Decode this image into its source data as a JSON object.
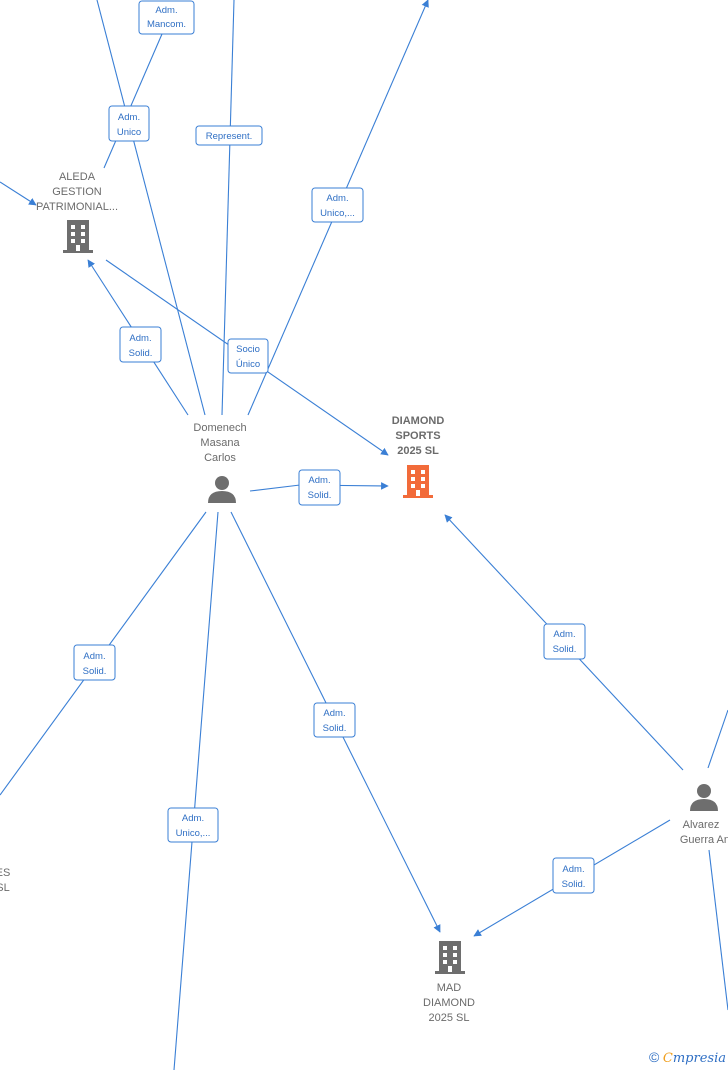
{
  "nodes": {
    "aleda": {
      "label": [
        "ALEDA",
        "GESTION",
        "PATRIMONIAL..."
      ],
      "type": "company"
    },
    "diamond": {
      "label": [
        "DIAMOND",
        "SPORTS",
        "2025  SL"
      ],
      "type": "company-main"
    },
    "mad": {
      "label": [
        "MAD",
        "DIAMOND",
        "2025  SL"
      ],
      "type": "company"
    },
    "domenech": {
      "label": [
        "Domenech",
        "Masana",
        "Carlos"
      ],
      "type": "person"
    },
    "alvarez": {
      "label": [
        "Alvarez",
        "Guerra Ana"
      ],
      "type": "person"
    },
    "cut_company": {
      "label": [
        "ES",
        "SL"
      ],
      "type": "company-partial"
    }
  },
  "relations": [
    {
      "id": "rel-adm-mancom",
      "lines": [
        "Adm.",
        "Mancom."
      ]
    },
    {
      "id": "rel-adm-unico-1",
      "lines": [
        "Adm.",
        "Unico"
      ]
    },
    {
      "id": "rel-represent",
      "lines": [
        "Represent."
      ]
    },
    {
      "id": "rel-adm-unico-2",
      "lines": [
        "Adm.",
        "Unico,..."
      ]
    },
    {
      "id": "rel-adm-solid-aleda",
      "lines": [
        "Adm.",
        "Solid."
      ]
    },
    {
      "id": "rel-socio-unico",
      "lines": [
        "Socio",
        "Único"
      ]
    },
    {
      "id": "rel-adm-solid-diamond",
      "lines": [
        "Adm.",
        "Solid."
      ]
    },
    {
      "id": "rel-adm-solid-alvarez-diamond",
      "lines": [
        "Adm.",
        "Solid."
      ]
    },
    {
      "id": "rel-adm-solid-left",
      "lines": [
        "Adm.",
        "Solid."
      ]
    },
    {
      "id": "rel-adm-solid-mad",
      "lines": [
        "Adm.",
        "Solid."
      ]
    },
    {
      "id": "rel-adm-unico-3",
      "lines": [
        "Adm.",
        "Unico,..."
      ]
    },
    {
      "id": "rel-adm-solid-alvarez-mad",
      "lines": [
        "Adm.",
        "Solid."
      ]
    }
  ],
  "brand": {
    "copyright": "©",
    "first_letter": "C",
    "rest": "mpresia"
  },
  "colors": {
    "edge": "#3a7fd5",
    "main_company": "#f26b3a",
    "node": "#6e6e6e"
  }
}
